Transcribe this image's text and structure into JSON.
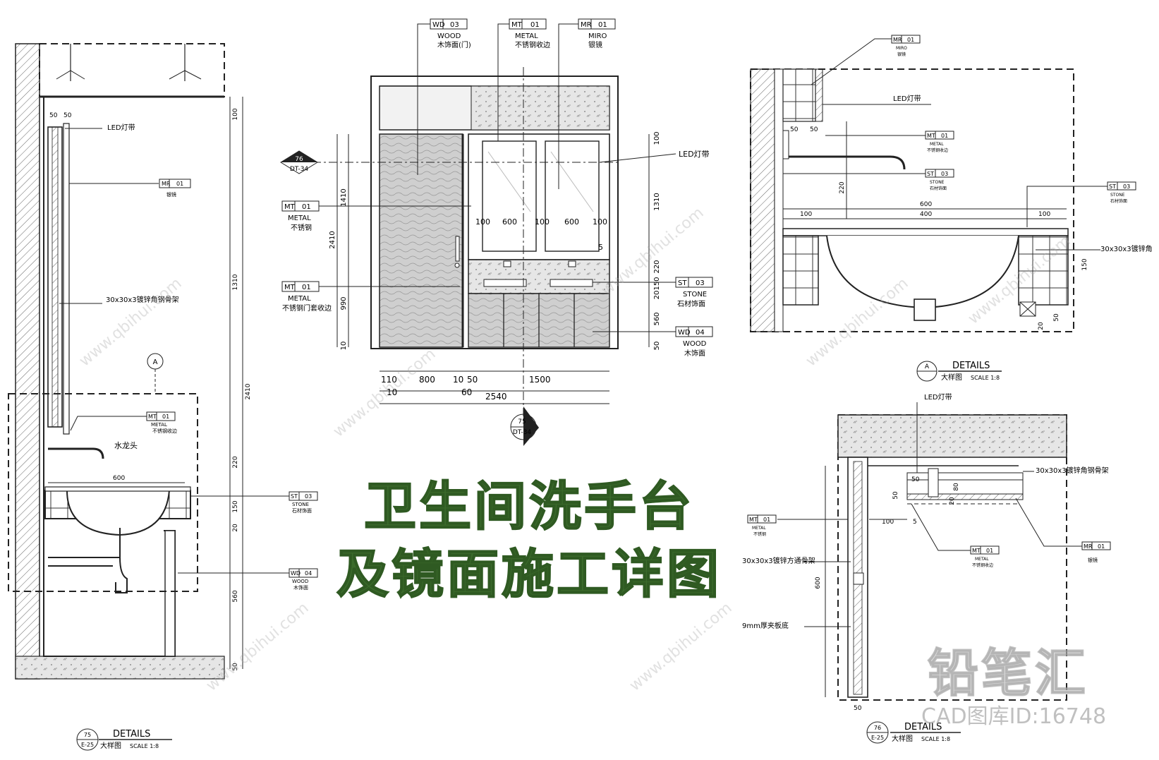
{
  "title": {
    "line1": "卫生间洗手台",
    "line2": "及镜面施工详图"
  },
  "watermark": {
    "logo": "铅笔汇",
    "site": "www.qbihui.com",
    "id": "CAD图库ID:16748"
  },
  "tags": {
    "wd03": {
      "code": "WD",
      "num": "03",
      "en": "WOOD",
      "cn": "木饰面(门)"
    },
    "mt01_top": {
      "code": "MT",
      "num": "01",
      "en": "METAL",
      "cn": "不锈钢收边"
    },
    "mr01_top": {
      "code": "MR",
      "num": "01",
      "en": "MIRO",
      "cn": "银镜"
    },
    "mt01_left1": {
      "code": "MT",
      "num": "01",
      "en": "METAL",
      "cn": "不锈钢"
    },
    "mt01_left2": {
      "code": "MT",
      "num": "01",
      "en": "METAL",
      "cn": "不锈钢门套收边"
    },
    "st03_mid": {
      "code": "ST",
      "num": "03",
      "en": "STONE",
      "cn": "石材饰面"
    },
    "wd04_mid": {
      "code": "WD",
      "num": "04",
      "en": "WOOD",
      "cn": "木饰面"
    },
    "mr01_sec": {
      "code": "MR",
      "num": "01",
      "cn": "银镜"
    },
    "mt01_sec": {
      "code": "MT",
      "num": "01",
      "en": "METAL",
      "cn": "不锈钢收边"
    },
    "st03_sec": {
      "code": "ST",
      "num": "03",
      "en": "STONE",
      "cn": "石材饰面"
    },
    "wd04_sec": {
      "code": "WD",
      "num": "04",
      "en": "WOOD",
      "cn": "木饰面"
    },
    "mr01_a": {
      "code": "MR",
      "num": "01",
      "en": "MIRO",
      "cn": "银镜"
    },
    "mt01_a": {
      "code": "MT",
      "num": "01",
      "en": "METAL",
      "cn": "不锈钢收边"
    },
    "st03_a1": {
      "code": "ST",
      "num": "03",
      "en": "STONE",
      "cn": "石材饰面"
    },
    "st03_a2": {
      "code": "ST",
      "num": "03",
      "en": "STONE",
      "cn": "石材饰面"
    },
    "mt01_p": {
      "code": "MT",
      "num": "01",
      "en": "METAL",
      "cn": "不锈钢"
    },
    "mt01_p2": {
      "code": "MT",
      "num": "01",
      "en": "METAL",
      "cn": "不锈钢收边"
    },
    "mr01_p": {
      "code": "MR",
      "num": "01",
      "cn": "银镜"
    }
  },
  "labels": {
    "led": "LED灯带",
    "angle_frame": "30x30x3镀锌角钢骨架",
    "angle_frame_short": "30x30x3镀锌角",
    "square_frame": "30x30x3镀锌方通骨架",
    "faucet": "水龙头",
    "plywood": "9mm厚夹板底"
  },
  "detail_titles": {
    "left": {
      "num": "75",
      "ref": "E-25",
      "en": "DETAILS",
      "cn": "大样图",
      "scale": "SCALE 1:8"
    },
    "a": {
      "num": "A",
      "en": "DETAILS",
      "cn": "大样图",
      "scale": "SCALE 1:8"
    },
    "plan": {
      "num": "76",
      "ref": "E-25",
      "en": "DETAILS",
      "cn": "大样图",
      "scale": "SCALE 1:8"
    }
  },
  "section_marks": {
    "s76": {
      "num": "76",
      "ref": "DT-34"
    },
    "s75": {
      "num": "75",
      "ref": "DT-34"
    },
    "a_mark": "A"
  },
  "dims": {
    "sec_right": [
      "100",
      "1310",
      "220",
      "150",
      "20",
      "560",
      "50"
    ],
    "sec_total": "2410",
    "sec_top": [
      "50",
      "50"
    ],
    "sec_basin": "600",
    "elev_left": [
      "1410",
      "2410",
      "990",
      "10"
    ],
    "elev_right": [
      "100",
      "1310",
      "220",
      "150",
      "20",
      "560",
      "50"
    ],
    "elev_bottom1": [
      "110",
      "800",
      "10",
      "50",
      "1500"
    ],
    "elev_bottom2": [
      "10",
      "60"
    ],
    "elev_total": "2540",
    "elev_inner": [
      "100",
      "600",
      "100",
      "600",
      "100",
      "5"
    ],
    "a_top": [
      "50",
      "50"
    ],
    "a_220": "220",
    "a_600": "600",
    "a_row": [
      "100",
      "400",
      "100"
    ],
    "a_150": "150",
    "a_20": "20",
    "a_50": "50",
    "p_50a": "50",
    "p_80": "80",
    "p_50b": "50",
    "p_20": "20",
    "p_100": "100",
    "p_5": "5",
    "p_600": "600",
    "p_50c": "50"
  }
}
